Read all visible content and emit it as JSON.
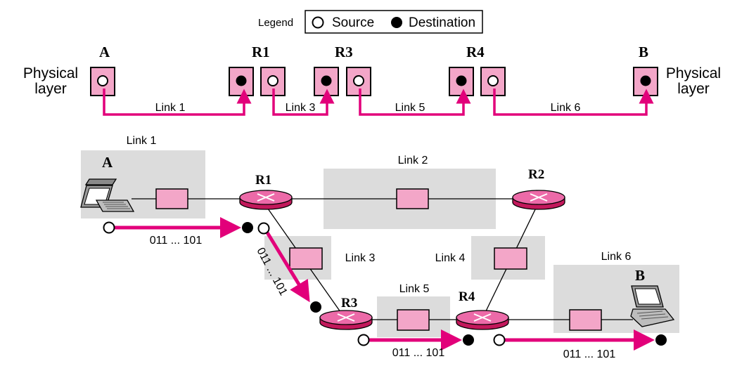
{
  "legend": {
    "title": "Legend",
    "source_label": "Source",
    "destination_label": "Destination"
  },
  "top": {
    "node_a": "A",
    "node_r1": "R1",
    "node_r3": "R3",
    "node_r4": "R4",
    "node_b": "B",
    "physical_layer_left": [
      "Physical",
      "layer"
    ],
    "physical_layer_right": [
      "Physical",
      "layer"
    ],
    "link1": "Link 1",
    "link3": "Link 3",
    "link5": "Link 5",
    "link6": "Link 6"
  },
  "bottom": {
    "link1": "Link 1",
    "link2": "Link 2",
    "link3": "Link 3",
    "link4": "Link 4",
    "link5": "Link 5",
    "link6": "Link 6",
    "node_a": "A",
    "node_b": "B",
    "router_r1": "R1",
    "router_r2": "R2",
    "router_r3": "R3",
    "router_r4": "R4",
    "bits_link1": "011 ... 101",
    "bits_link3": "011 ... 101",
    "bits_link5": "011 ... 101",
    "bits_link6": "011 ... 101"
  },
  "colors": {
    "magenta": "#e2007a",
    "pink_fill": "#f3a6c8",
    "router_fill": "#ec6aa8",
    "panel_gray": "#dcdcdc",
    "box_gray": "#e0e0e0"
  }
}
